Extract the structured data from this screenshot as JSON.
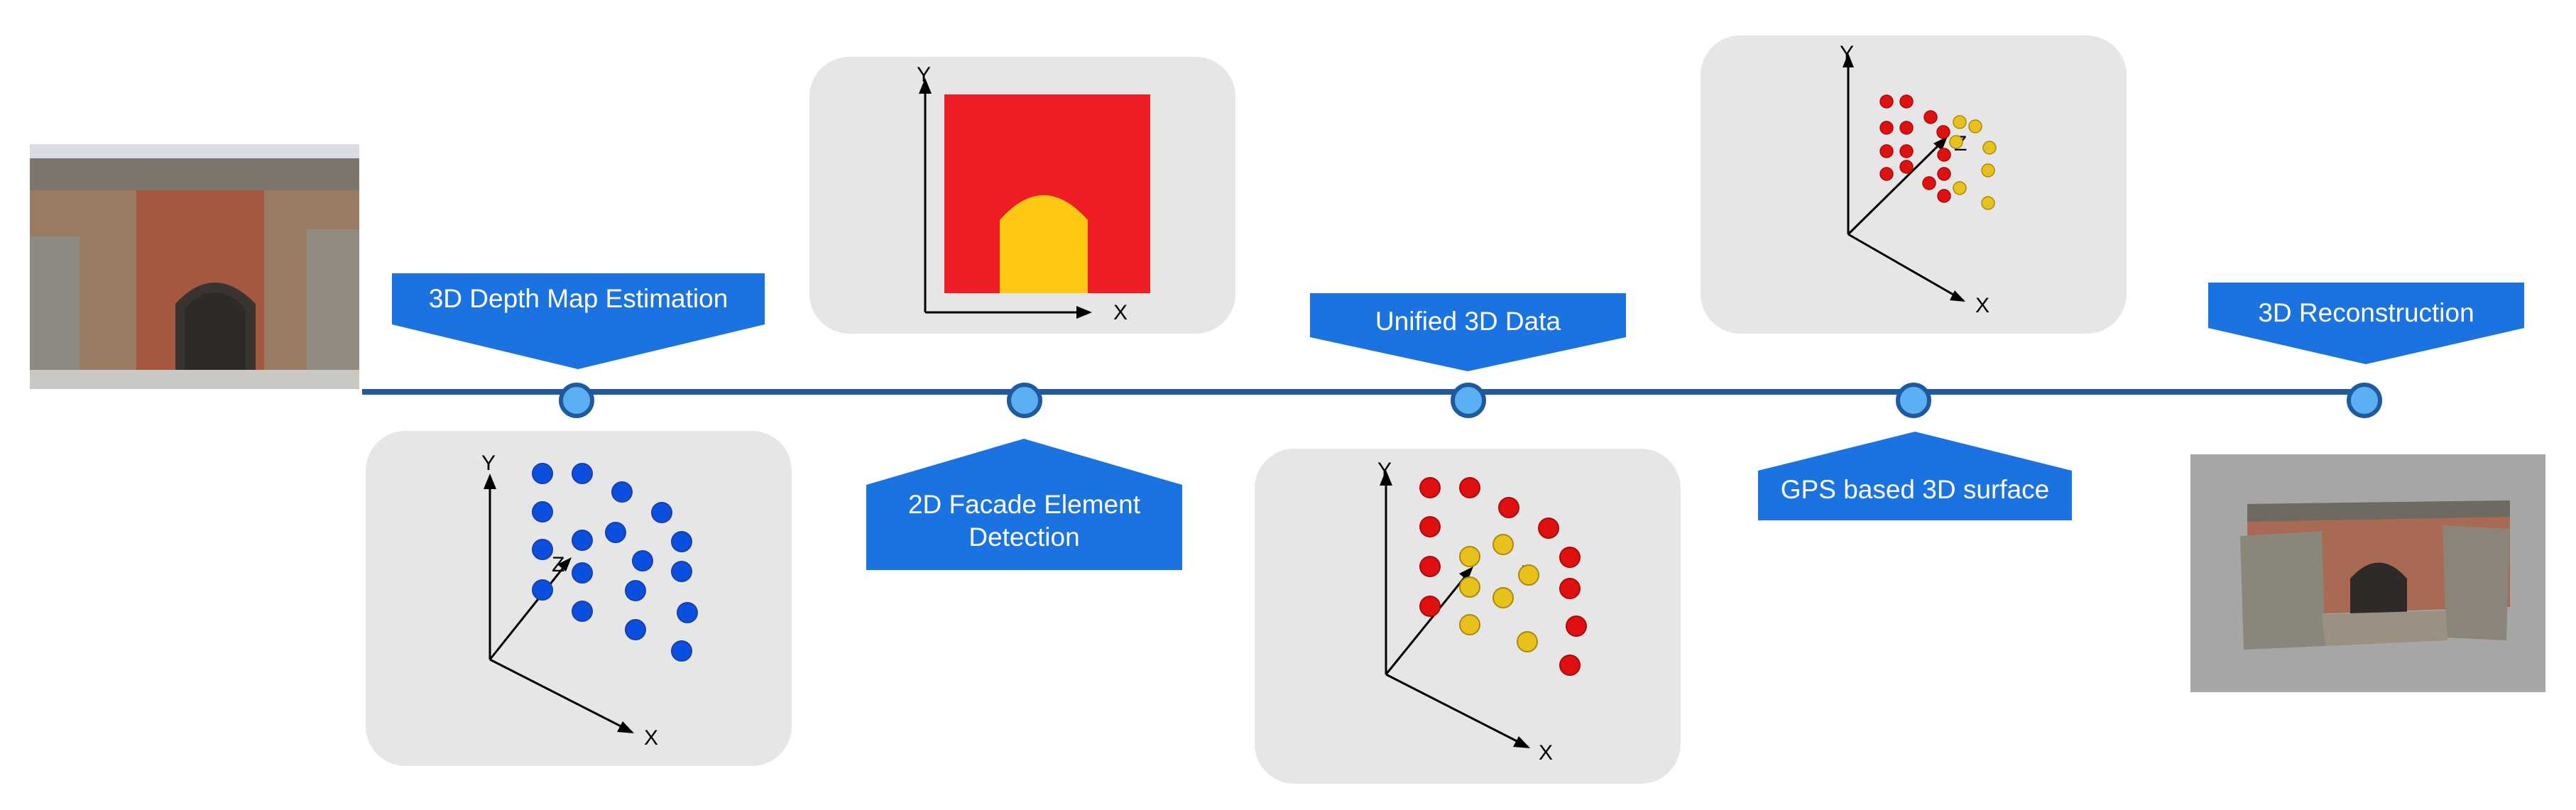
{
  "steps": [
    {
      "label": "3D Depth Map Estimation"
    },
    {
      "label_line1": "2D Facade Element",
      "label_line2": "Detection"
    },
    {
      "label": "Unified 3D Data"
    },
    {
      "label": "GPS based 3D surface"
    },
    {
      "label": "3D Reconstruction"
    }
  ],
  "axes": {
    "x": "X",
    "y": "Y",
    "z": "Z"
  },
  "colors": {
    "callout_blue": "#1a73e0",
    "timeline_blue": "#1f5a9e",
    "node_fill": "#5ab0f2",
    "panel_bg": "#e6e6e6",
    "point_blue": "#0b4fe0",
    "point_red": "#e01010",
    "point_yellow": "#e8c21a",
    "facade_red": "#ee1c25",
    "arch_yellow": "#ffc814"
  }
}
